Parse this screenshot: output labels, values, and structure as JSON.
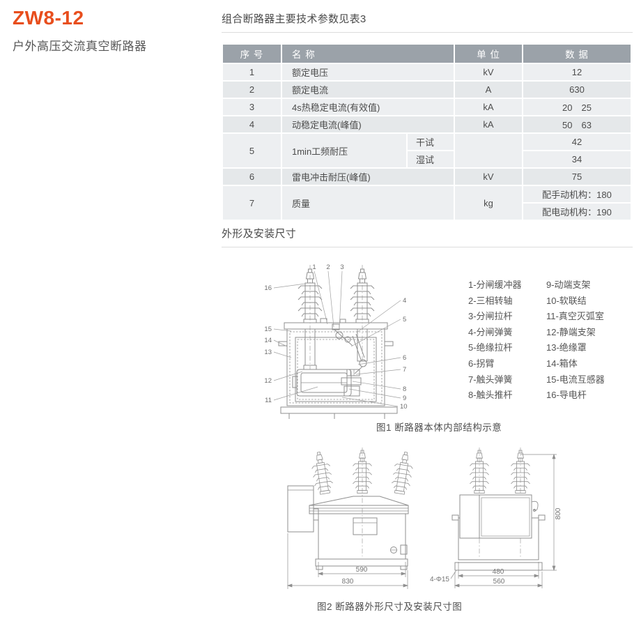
{
  "product": {
    "code": "ZW8-12",
    "name": "户外高压交流真空断路器"
  },
  "params": {
    "title": "组合断路器主要技术参数见表3",
    "table": {
      "headers": [
        "序 号",
        "名 称",
        "单 位",
        "数 据"
      ],
      "rows": {
        "r1": {
          "no": "1",
          "name": "额定电压",
          "unit": "kV",
          "data": "12"
        },
        "r2": {
          "no": "2",
          "name": "额定电流",
          "unit": "A",
          "data": "630"
        },
        "r3": {
          "no": "3",
          "name": "4s热稳定电流(有效值)",
          "unit": "kA",
          "data": "20　25"
        },
        "r4": {
          "no": "4",
          "name": "动稳定电流(峰值)",
          "unit": "kA",
          "data": "50　63"
        },
        "r5": {
          "no": "5",
          "name": "1min工频耐压",
          "unit": "",
          "sub1_label": "干试",
          "sub1_data": "42",
          "sub2_label": "湿试",
          "sub2_data": "34"
        },
        "r6": {
          "no": "6",
          "name": "雷电冲击耐压(峰值)",
          "unit": "kV",
          "data": "75"
        },
        "r7": {
          "no": "7",
          "name": "质量",
          "unit": "kg",
          "data1": "配手动机构：180",
          "data2": "配电动机构：190"
        }
      }
    }
  },
  "outline": {
    "title": "外形及安装尺寸",
    "figure1": {
      "caption": "图1 断路器本体内部结构示意",
      "callouts": [
        "1",
        "2",
        "3",
        "4",
        "5",
        "6",
        "7",
        "8",
        "9",
        "10",
        "11",
        "12",
        "13",
        "14",
        "15",
        "16"
      ],
      "legend_left": [
        "1-分闸缓冲器",
        "2-三相转轴",
        "3-分闸拉杆",
        "4-分闸弹簧",
        "5-绝缘拉杆",
        "6-拐臂",
        "7-触头弹簧",
        "8-触头推杆"
      ],
      "legend_right": [
        "9-动端支架",
        "10-软联结",
        "11-真空灭弧室",
        "12-静端支架",
        "13-绝缘罩",
        "14-箱体",
        "15-电流互感器",
        "16-导电杆"
      ]
    },
    "figure2": {
      "caption": "图2 断路器外形尺寸及安装尺寸图",
      "front_dims": {
        "inner": "590",
        "outer": "830"
      },
      "side_dims": {
        "inner": "480",
        "outer": "560",
        "height": "800",
        "holes": "4-Φ15"
      }
    }
  },
  "colors": {
    "accent": "#e84e1d",
    "table_header_bg": "#9ba2a9",
    "row_light": "#edeff1",
    "row_dark": "#e5e8ea",
    "drawing_stroke": "#8f8f8f"
  }
}
